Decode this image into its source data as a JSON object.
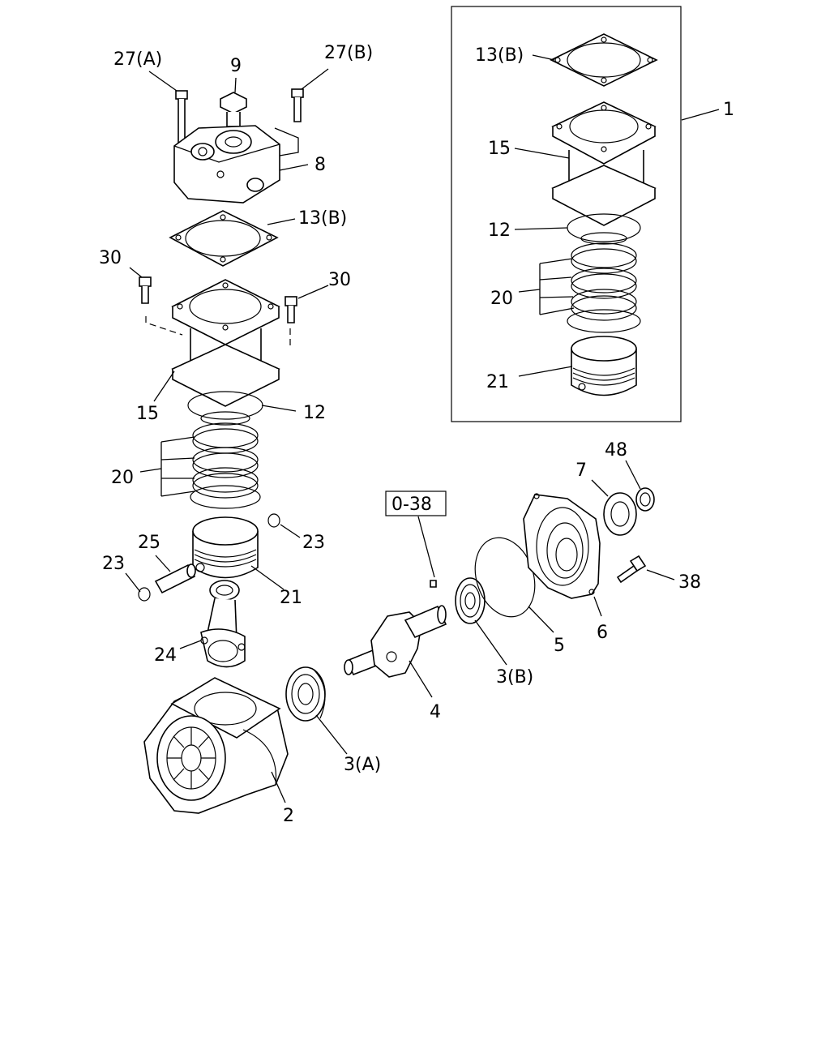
{
  "diagram": {
    "labels": {
      "l27a": "27(A)",
      "l9": "9",
      "l27b": "27(B)",
      "l8": "8",
      "l13b": "13(B)",
      "l30l": "30",
      "l30r": "30",
      "l15": "15",
      "l12": "12",
      "l20": "20",
      "l23r": "23",
      "l25": "25",
      "l23l": "23",
      "l21": "21",
      "l24": "24",
      "l2": "2",
      "l3a": "3(A)",
      "l4": "4",
      "l3b": "3(B)",
      "l5": "5",
      "l6": "6",
      "l7": "7",
      "l48": "48",
      "l38": "38",
      "ref": "0-38",
      "l1": "1",
      "box13b": "13(B)",
      "box15": "15",
      "box12": "12",
      "box20": "20",
      "box21": "21"
    }
  }
}
